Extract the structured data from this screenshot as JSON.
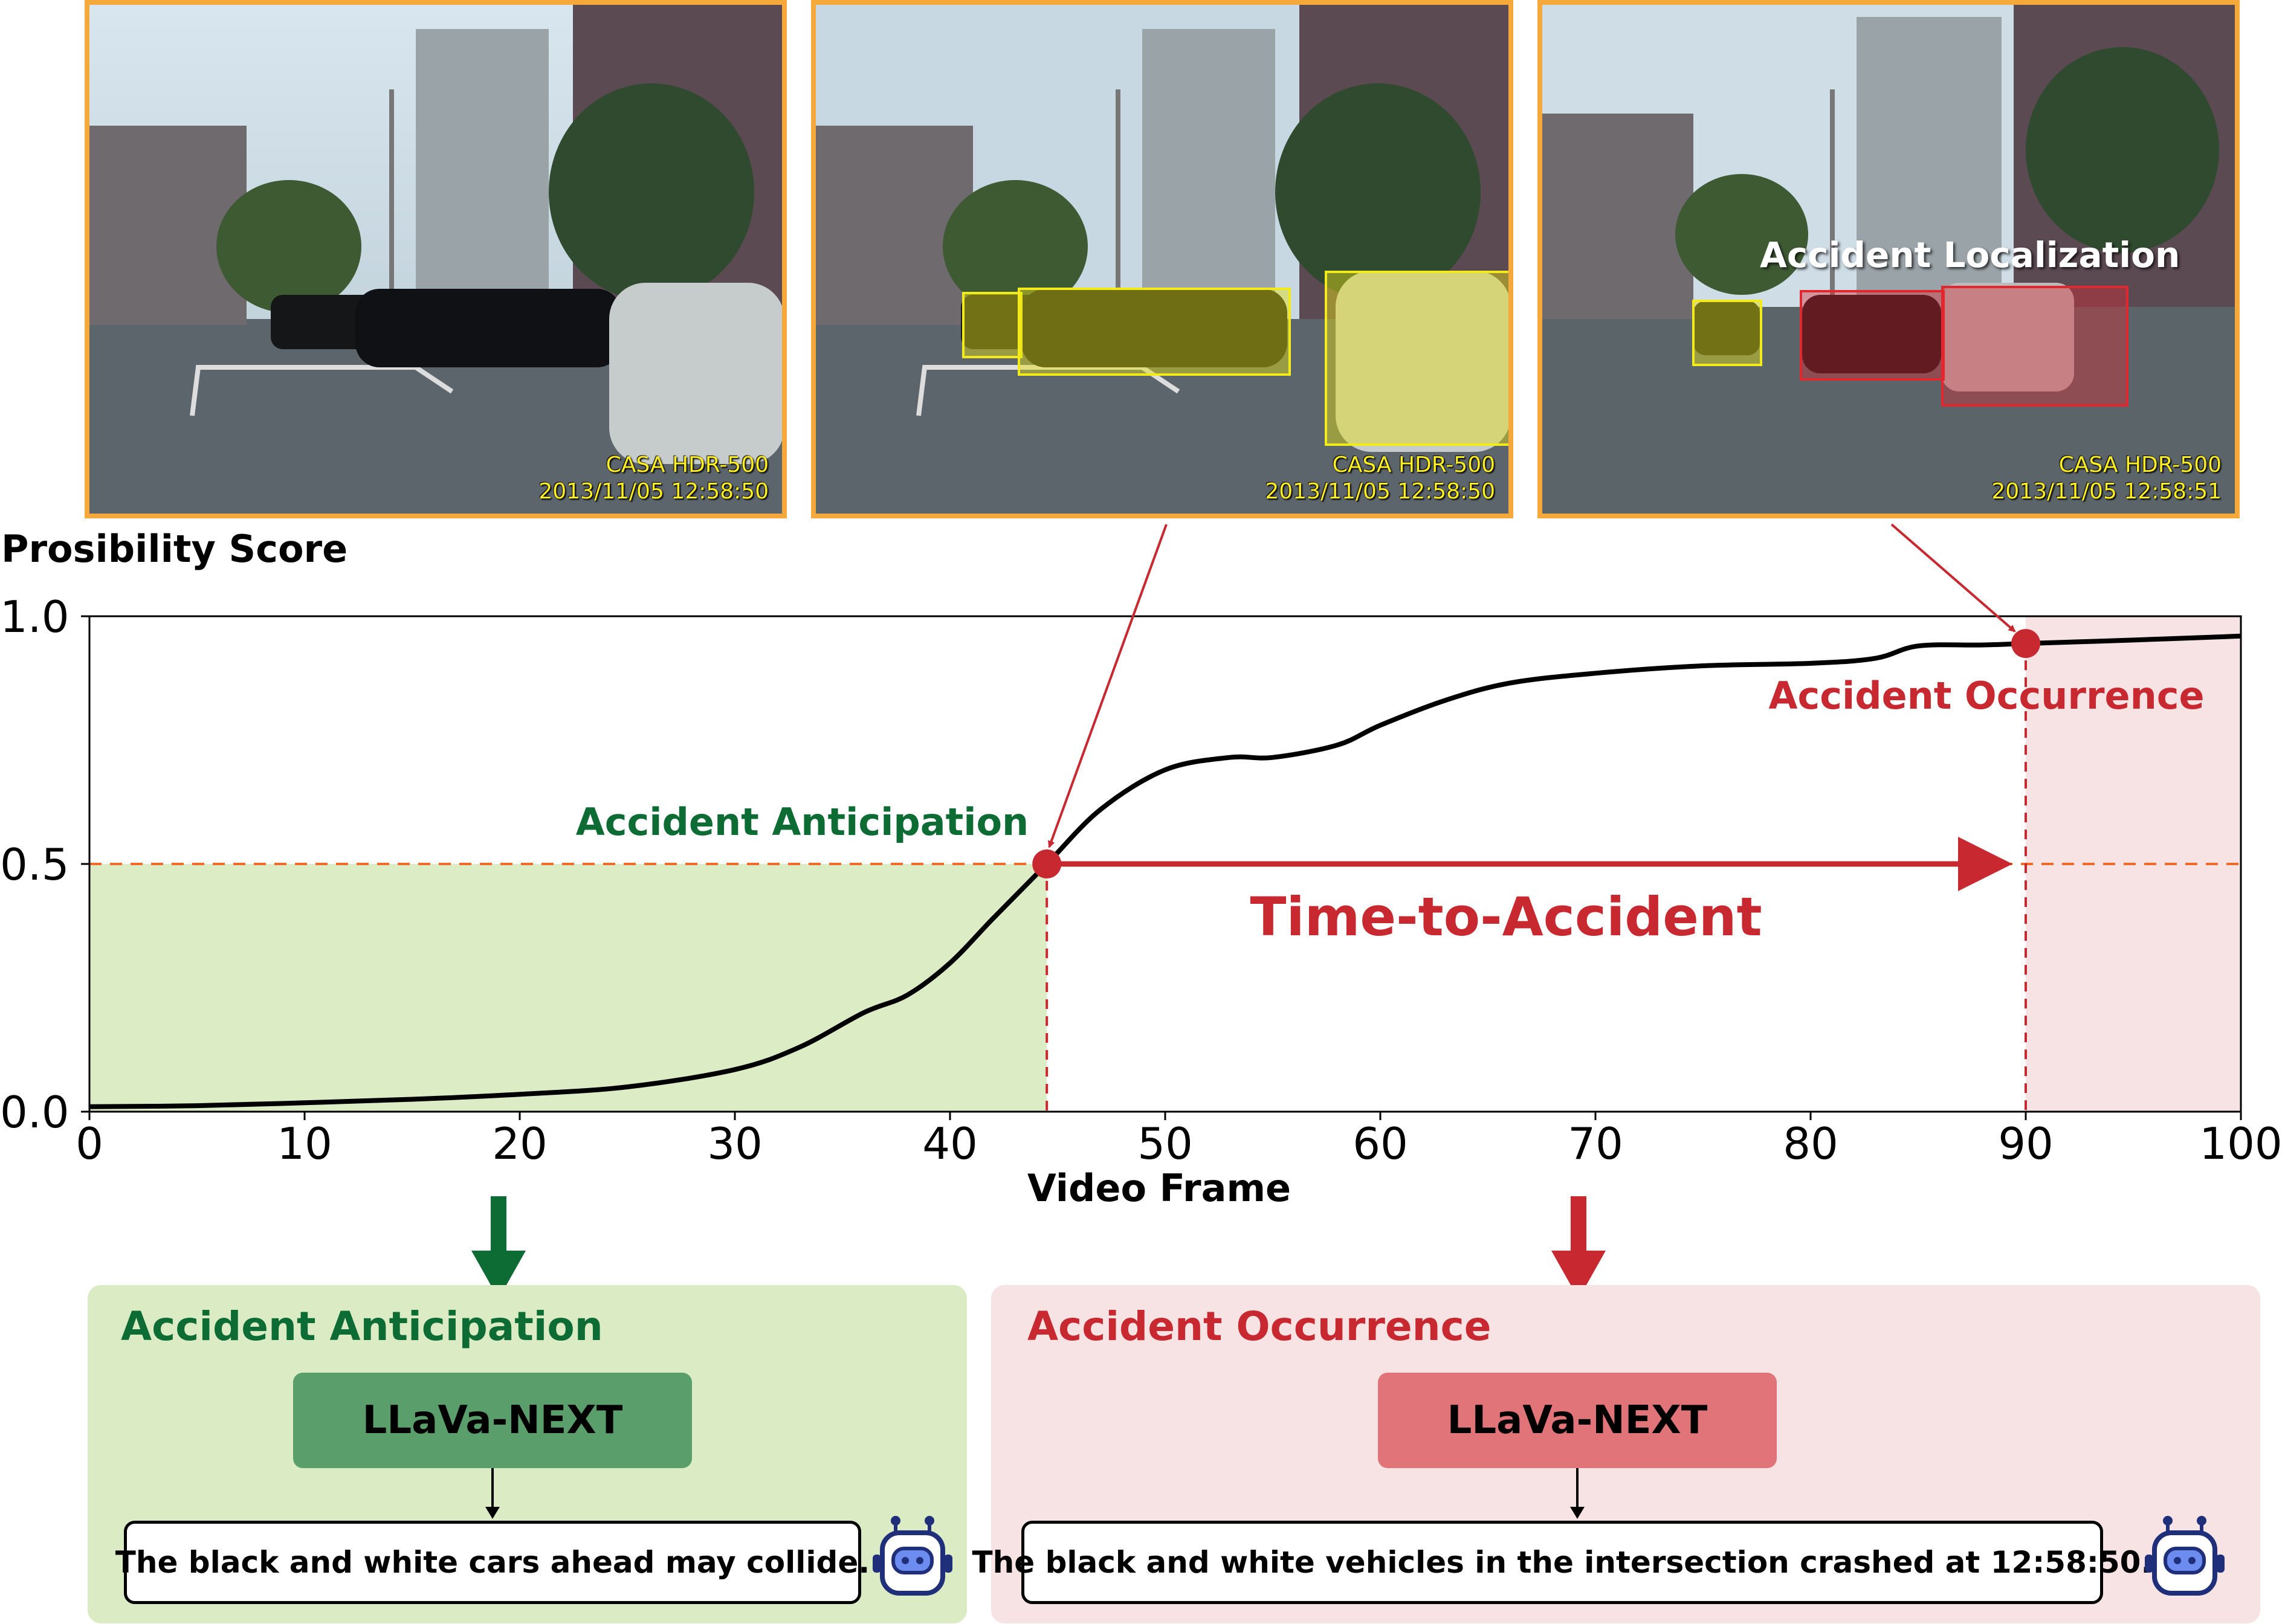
{
  "frames": [
    {
      "camera": "CASA HDR-500",
      "timestamp": "2013/11/05 12:58:50"
    },
    {
      "camera": "CASA HDR-500",
      "timestamp": "2013/11/05 12:58:50"
    },
    {
      "camera": "CASA HDR-500",
      "timestamp": "2013/11/05 12:58:51",
      "label": "Accident Localization"
    }
  ],
  "chart_data": {
    "type": "line",
    "ylabel": "Prosibility Score",
    "xlabel": "Video Frame",
    "xlim": [
      0,
      100
    ],
    "ylim": [
      0,
      1
    ],
    "xticks": [
      "0",
      "10",
      "20",
      "30",
      "40",
      "50",
      "60",
      "70",
      "80",
      "90",
      "100"
    ],
    "yticks": [
      "0.0",
      "0.5",
      "1.0"
    ],
    "threshold": 0.5,
    "series": [
      {
        "x": [
          0,
          5,
          10,
          15,
          20,
          25,
          30,
          33,
          36,
          38,
          40,
          42,
          44.5,
          47,
          50,
          53,
          55,
          58,
          60,
          63,
          66,
          70,
          75,
          80,
          83,
          85,
          88,
          90,
          95,
          100
        ],
        "y": [
          0.01,
          0.012,
          0.018,
          0.025,
          0.035,
          0.05,
          0.085,
          0.13,
          0.2,
          0.235,
          0.3,
          0.39,
          0.5,
          0.61,
          0.69,
          0.715,
          0.715,
          0.74,
          0.78,
          0.83,
          0.865,
          0.885,
          0.9,
          0.905,
          0.915,
          0.94,
          0.942,
          0.945,
          0.952,
          0.96
        ]
      }
    ],
    "annotations": {
      "anticipation": {
        "label": "Accident Anticipation",
        "x": 44.5,
        "y": 0.5
      },
      "occurrence": {
        "label": "Accident Occurrence",
        "x": 90,
        "y": 0.945
      },
      "time_to_accident": {
        "label": "Time-to-Accident",
        "from": 44.5,
        "to": 90
      }
    }
  },
  "panels": {
    "anticipation": {
      "title": "Accident Anticipation",
      "model": "LLaVa-NEXT",
      "caption": "The black and white cars ahead may collide."
    },
    "occurrence": {
      "title": "Accident Occurrence",
      "model": "LLaVa-NEXT",
      "caption": "The black and white vehicles in the intersection crashed at 12:58:50."
    }
  },
  "icons": [
    "robot-icon",
    "down-arrow-icon"
  ],
  "colors": {
    "frame_border": "#f4a93a",
    "anticipation_green": "#0d6b34",
    "occurrence_red": "#c8282f",
    "threshold_orange": "#f06a2a",
    "pre_accident_fill": "#dcedc5",
    "post_accident_fill": "#f8e3e4"
  }
}
